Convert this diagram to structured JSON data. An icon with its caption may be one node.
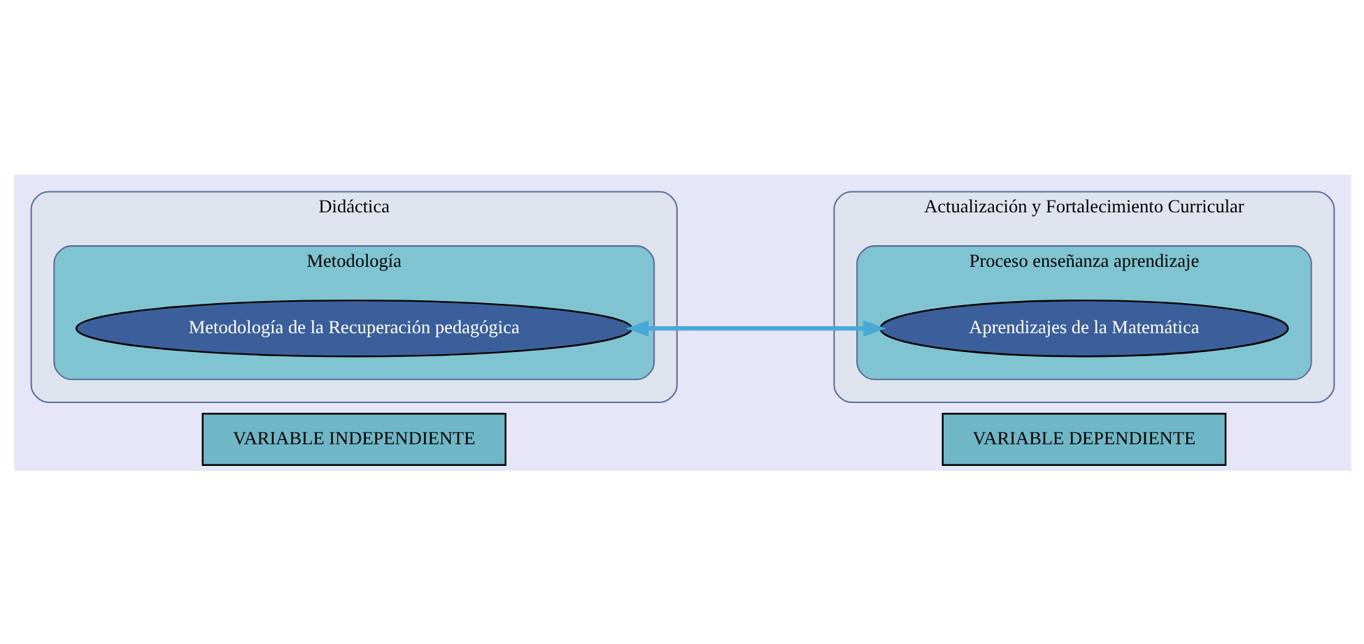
{
  "diagram": {
    "nodes": [
      {
        "text": [
          "Didáctica"
        ]
      },
      {
        "text": [
          "Metodología"
        ],
        "in": 0
      },
      {
        "text": [
          "Metodología de la Recuperación pedagógica"
        ],
        "in": 1
      },
      {
        "text": [
          "Actualización y Fortalecimiento Curricular"
        ]
      },
      {
        "text": [
          "Proceso enseñanza aprendizaje"
        ],
        "in": 3
      },
      {
        "text": [
          "Aprendizajes de la Matemática"
        ],
        "in": 4
      },
      {
        "text": [
          "VARIABLE INDEPENDIENTE"
        ]
      },
      {
        "text": [
          "VARIABLE DEPENDIENTE"
        ]
      }
    ],
    "edges": [
      {
        "from": 2,
        "to": 5,
        "arrow": "both"
      }
    ]
  }
}
